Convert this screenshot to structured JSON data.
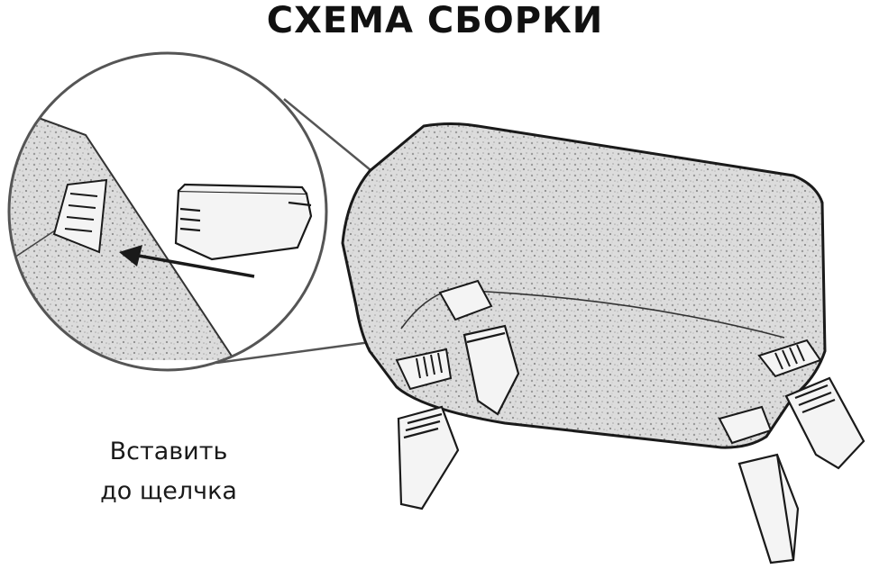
{
  "title": "СХЕМА СБОРКИ",
  "caption": {
    "line1": "Вставить",
    "line2": "до щелчка"
  },
  "colors": {
    "ink": "#1a1a1a",
    "texture_fill": "#d9d9d9",
    "part_fill": "#f4f4f4",
    "background": "#ffffff"
  }
}
